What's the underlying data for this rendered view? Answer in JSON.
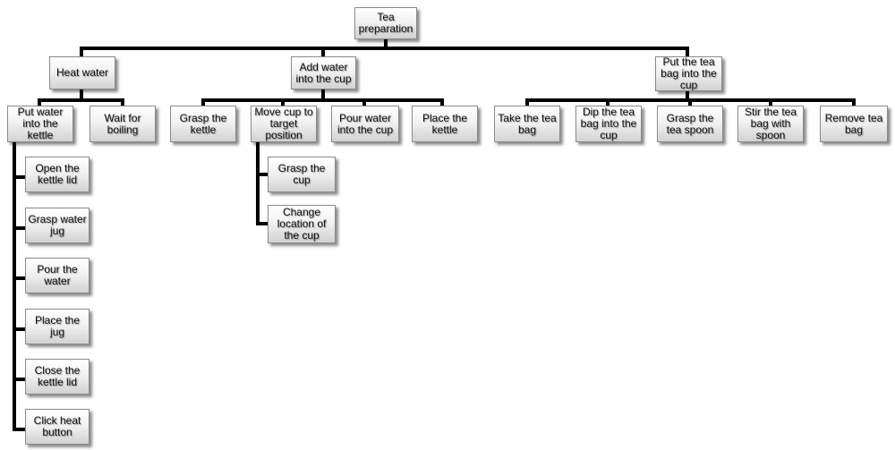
{
  "diagram": {
    "root": {
      "label": "Tea preparation"
    },
    "heat_water": {
      "label": "Heat water",
      "put_water": {
        "label": "Put water into the kettle",
        "steps": [
          "Open the kettle lid",
          "Grasp water jug",
          "Pour the water",
          "Place the jug",
          "Close the kettle lid",
          "Click heat button"
        ]
      },
      "wait": {
        "label": "Wait for boiling"
      }
    },
    "add_water": {
      "label": "Add water into the cup",
      "grasp_kettle": {
        "label": "Grasp the kettle"
      },
      "move_cup": {
        "label": "Move cup to target position",
        "steps": [
          "Grasp the cup",
          "Change location of the cup"
        ]
      },
      "pour": {
        "label": "Pour water into the cup"
      },
      "place_kettle": {
        "label": "Place the kettle"
      }
    },
    "tea_bag": {
      "label": "Put the tea bag into the cup",
      "children": [
        "Take the tea bag",
        "Dip the tea bag into the cup",
        "Grasp the tea spoon",
        "Stir the tea bag with spoon",
        "Remove tea bag"
      ]
    }
  },
  "colors": {
    "line": "#000000",
    "box_border": "#8a8a8a",
    "text": "#111111"
  }
}
